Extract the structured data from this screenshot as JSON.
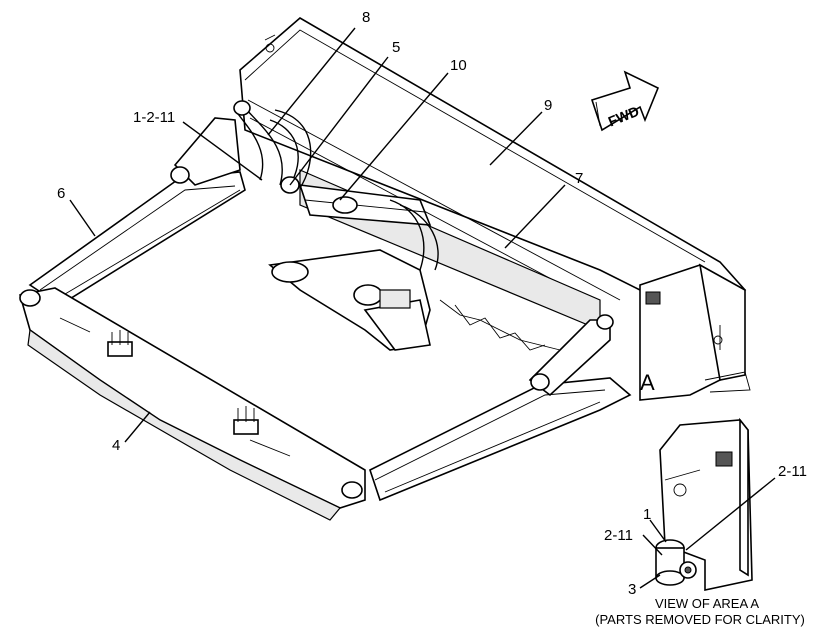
{
  "callouts": {
    "c8": "8",
    "c5": "5",
    "c10": "10",
    "c1211": "1-2-11",
    "c9": "9",
    "c6": "6",
    "c7": "7",
    "c4": "4",
    "cA": "A",
    "c211_right": "2-11",
    "c1": "1",
    "c211_left": "2-11",
    "c3": "3"
  },
  "fwd_label": "FWD",
  "caption": {
    "line1": "VIEW OF AREA A",
    "line2": "(PARTS REMOVED FOR CLARITY)"
  }
}
